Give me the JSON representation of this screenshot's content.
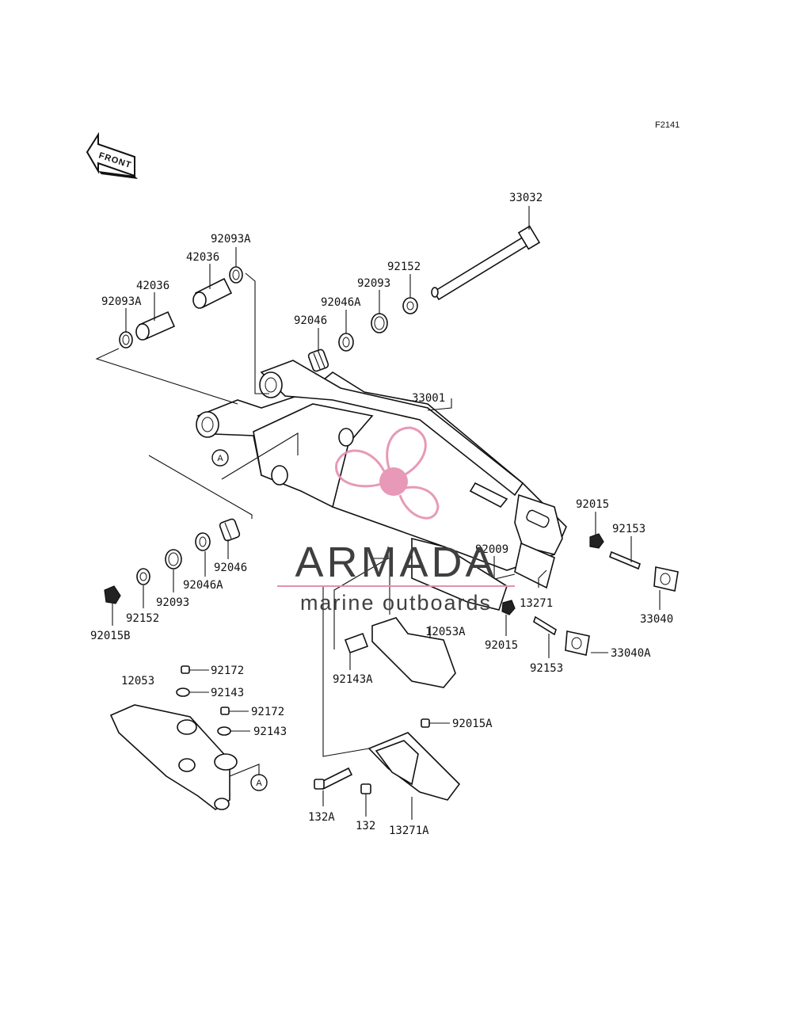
{
  "diagram_code": "F2141",
  "front_arrow_text": "FRONT",
  "ref_marker": "A",
  "watermark": {
    "brand": "ARMADA",
    "tagline": "marine outboards",
    "color": "#e58fb0",
    "text_color": "#3f3f3f"
  },
  "parts": [
    {
      "id": "p33032",
      "label": "33032"
    },
    {
      "id": "p92093A_top",
      "label": "92093A"
    },
    {
      "id": "p42036_top",
      "label": "42036"
    },
    {
      "id": "p42036_left",
      "label": "42036"
    },
    {
      "id": "p92093A_left",
      "label": "92093A"
    },
    {
      "id": "p92152_top",
      "label": "92152"
    },
    {
      "id": "p92093_top",
      "label": "92093"
    },
    {
      "id": "p92046A_top",
      "label": "92046A"
    },
    {
      "id": "p92046_top",
      "label": "92046"
    },
    {
      "id": "p33001",
      "label": "33001"
    },
    {
      "id": "p92015_right",
      "label": "92015"
    },
    {
      "id": "p92153_right",
      "label": "92153"
    },
    {
      "id": "p92009",
      "label": "92009"
    },
    {
      "id": "p13271",
      "label": "13271"
    },
    {
      "id": "p33040",
      "label": "33040"
    },
    {
      "id": "p92015_mid",
      "label": "92015"
    },
    {
      "id": "p92153_mid",
      "label": "92153"
    },
    {
      "id": "p33040A",
      "label": "33040A"
    },
    {
      "id": "p12053A",
      "label": "12053A"
    },
    {
      "id": "p92143A",
      "label": "92143A"
    },
    {
      "id": "p92046_bot",
      "label": "92046"
    },
    {
      "id": "p92046A_bot",
      "label": "92046A"
    },
    {
      "id": "p92093_bot",
      "label": "92093"
    },
    {
      "id": "p92152_bot",
      "label": "92152"
    },
    {
      "id": "p92015B",
      "label": "92015B"
    },
    {
      "id": "p92172_a",
      "label": "92172"
    },
    {
      "id": "p12053",
      "label": "12053"
    },
    {
      "id": "p92143_a",
      "label": "92143"
    },
    {
      "id": "p92172_b",
      "label": "92172"
    },
    {
      "id": "p92143_b",
      "label": "92143"
    },
    {
      "id": "p92015A",
      "label": "92015A"
    },
    {
      "id": "p132A",
      "label": "132A"
    },
    {
      "id": "p132",
      "label": "132"
    },
    {
      "id": "p13271A",
      "label": "13271A"
    }
  ]
}
